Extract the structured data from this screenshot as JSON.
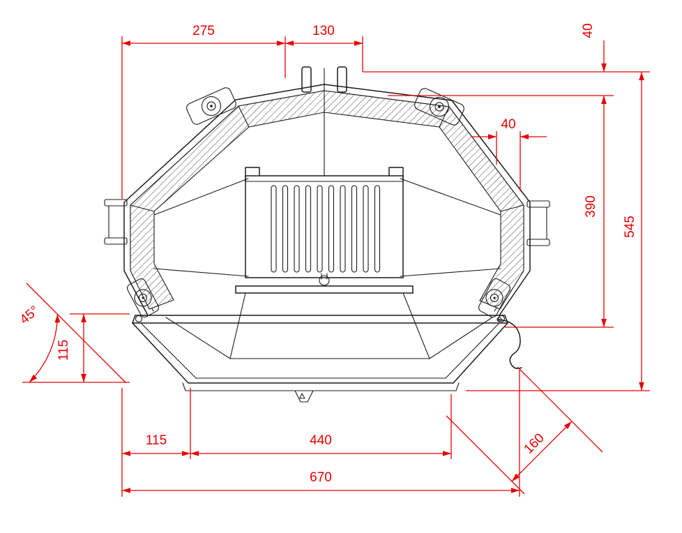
{
  "title": "Technical dimension drawing of appliance cross-section",
  "colors": {
    "dimension_red": "#e60000",
    "line_black": "#1a1a1a",
    "background": "#ffffff"
  },
  "dim": {
    "top_left_width": "275",
    "top_right_width": "130",
    "top_offset": "40",
    "wall_thickness": "40",
    "inner_height": "390",
    "total_height": "545",
    "door_angle": "45°",
    "pivot_height": "115",
    "bottom_left_offset": "115",
    "bottom_opening": "440",
    "bottom_total_width": "670",
    "latch_diagonal": "160"
  }
}
